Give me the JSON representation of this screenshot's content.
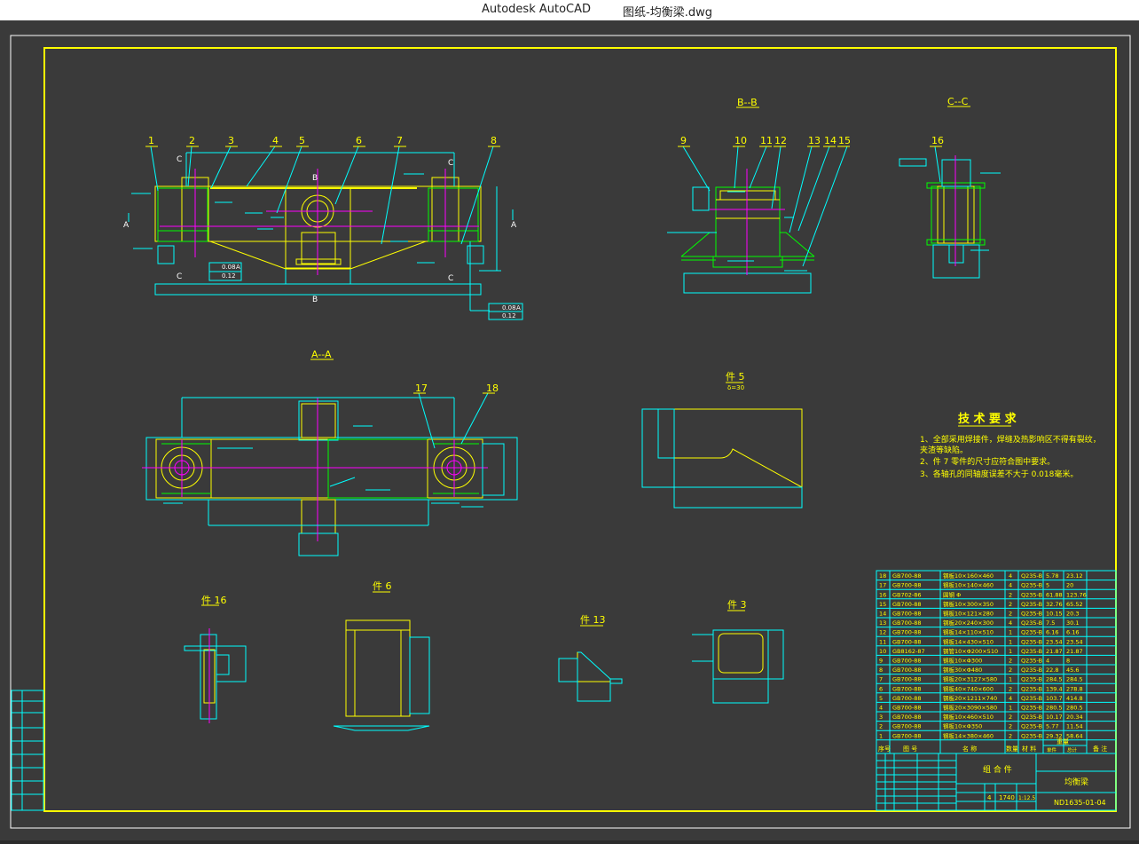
{
  "window": {
    "app_title": "Autodesk AutoCAD",
    "document_title": "图纸-均衡梁.dwg"
  },
  "colors": {
    "canvas": "#3a3a3a",
    "frame": "#ffff00",
    "cyan": "#00ffff",
    "magenta": "#ff00ff",
    "green": "#00ff00",
    "white": "#ffffff"
  },
  "views": {
    "section_bb": "B--B",
    "section_cc": "C--C",
    "section_aa": "A--A",
    "detail_5": "件 5",
    "detail_5_scale": "δ=30",
    "detail_16": "件 16",
    "detail_6": "件 6",
    "detail_13": "件 13",
    "detail_3": "件 3"
  },
  "balloons_front": [
    "1",
    "2",
    "3",
    "4",
    "5",
    "6",
    "7",
    "8"
  ],
  "balloons_bb": [
    "9",
    "10",
    "11",
    "12",
    "13",
    "14",
    "15"
  ],
  "balloons_cc": [
    "16"
  ],
  "balloons_aa": [
    "17",
    "18"
  ],
  "cut_marks": {
    "a": "A",
    "b": "B",
    "c": "C"
  },
  "tolerances": {
    "flat1": "0.08",
    "par1": "0.12",
    "flat2": "0.08",
    "par2": "0.12",
    "datum": "A"
  },
  "tech_requirements": {
    "title": "技 术 要 求",
    "lines": [
      "1、全部采用焊接件，焊缝及热影响区不得有裂纹，",
      "   夹渣等缺陷。",
      "2、件 7 零件的尺寸应符合图中要求。",
      "3、各轴孔的同轴度误差不大于 0.018毫米。"
    ]
  },
  "parts_list": {
    "rows": [
      {
        "no": "18",
        "std": "GB700-88",
        "name": "钢板10×160×460",
        "qty": "4",
        "mat": "Q235-B",
        "unit": "5.78",
        "total": "23.12"
      },
      {
        "no": "17",
        "std": "GB700-88",
        "name": "钢板10×140×460",
        "qty": "4",
        "mat": "Q235-B",
        "unit": "5",
        "total": "20"
      },
      {
        "no": "16",
        "std": "GB702-86",
        "name": "圆钢 Φ",
        "qty": "2",
        "mat": "Q235-B",
        "unit": "61.88",
        "total": "123.76"
      },
      {
        "no": "15",
        "std": "GB700-88",
        "name": "钢板10×300×350",
        "qty": "2",
        "mat": "Q235-B",
        "unit": "32.76",
        "total": "65.52"
      },
      {
        "no": "14",
        "std": "GB700-88",
        "name": "钢板10×121×280",
        "qty": "2",
        "mat": "Q235-B",
        "unit": "10.15",
        "total": "20.3"
      },
      {
        "no": "13",
        "std": "GB700-88",
        "name": "钢板20×240×300",
        "qty": "4",
        "mat": "Q235-B",
        "unit": "7.5",
        "total": "30.1"
      },
      {
        "no": "12",
        "std": "GB700-88",
        "name": "钢板14×110×510",
        "qty": "1",
        "mat": "Q235-B",
        "unit": "6.16",
        "total": "6.16"
      },
      {
        "no": "11",
        "std": "GB700-88",
        "name": "钢板14×430×510",
        "qty": "1",
        "mat": "Q235-B",
        "unit": "23.54",
        "total": "23.54"
      },
      {
        "no": "10",
        "std": "GB8162-87",
        "name": "钢管10×Φ200×510",
        "qty": "1",
        "mat": "Q235-B",
        "unit": "21.87",
        "total": "21.87"
      },
      {
        "no": "9",
        "std": "GB700-88",
        "name": "钢板10×Φ300",
        "qty": "2",
        "mat": "Q235-B",
        "unit": "4",
        "total": "8"
      },
      {
        "no": "8",
        "std": "GB700-88",
        "name": "钢板30×Φ480",
        "qty": "2",
        "mat": "Q235-B",
        "unit": "22.8",
        "total": "45.6"
      },
      {
        "no": "7",
        "std": "GB700-88",
        "name": "钢板20×3127×580",
        "qty": "1",
        "mat": "Q235-B",
        "unit": "284.5",
        "total": "284.5"
      },
      {
        "no": "6",
        "std": "GB700-88",
        "name": "钢板40×740×600",
        "qty": "2",
        "mat": "Q235-B",
        "unit": "139.4",
        "total": "278.8"
      },
      {
        "no": "5",
        "std": "GB700-88",
        "name": "钢板20×1211×740",
        "qty": "4",
        "mat": "Q235-B",
        "unit": "103.7",
        "total": "414.8"
      },
      {
        "no": "4",
        "std": "GB700-88",
        "name": "钢板20×3090×580",
        "qty": "1",
        "mat": "Q235-B",
        "unit": "280.5",
        "total": "280.5"
      },
      {
        "no": "3",
        "std": "GB700-88",
        "name": "钢板10×460×510",
        "qty": "2",
        "mat": "Q235-B",
        "unit": "10.17",
        "total": "20.34"
      },
      {
        "no": "2",
        "std": "GB700-88",
        "name": "钢板10×Φ350",
        "qty": "2",
        "mat": "Q235-B",
        "unit": "5.77",
        "total": "11.54"
      },
      {
        "no": "1",
        "std": "GB700-88",
        "name": "钢板14×380×460",
        "qty": "2",
        "mat": "Q235-B",
        "unit": "29.32",
        "total": "58.64"
      }
    ],
    "headers": {
      "no": "序号",
      "std": "图 号",
      "name": "名 称",
      "qty": "数量",
      "mat": "材 料",
      "weight": "重量",
      "unit": "单件",
      "total": "总计",
      "remark": "备 注"
    }
  },
  "title_block": {
    "assembly": "组 合 件",
    "part_name": "均衡梁",
    "drawing_no": "ND1635-01-04",
    "qty": "4",
    "weight": "1740",
    "scale": "1:12.5"
  }
}
